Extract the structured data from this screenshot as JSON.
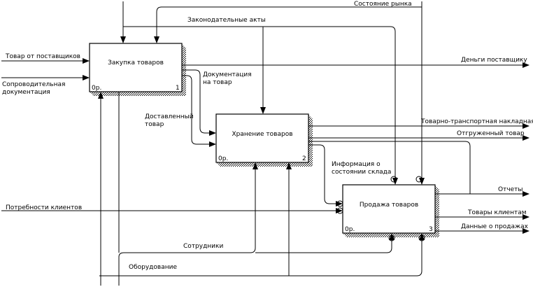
{
  "diagram": {
    "boxes": [
      {
        "id": "A1",
        "title": "Закупка товаров",
        "cost": "0р.",
        "number": "1"
      },
      {
        "id": "A2",
        "title": "Хранение товаров",
        "cost": "0р.",
        "number": "2"
      },
      {
        "id": "A3",
        "title": "Продажа товаров",
        "cost": "0р.",
        "number": "3"
      }
    ],
    "labels": {
      "input_supplier_goods": "Товар от поставщиков",
      "input_docs_line1": "Сопроводительная",
      "input_docs_line2": "документация",
      "input_client_needs": "Потребности клиентов",
      "control_law": "Законодательные акты",
      "control_market": "Состояние рынка",
      "output_money": "Деньги поставщику",
      "doc_on_goods_line1": "Документация",
      "doc_on_goods_line2": "на товар",
      "delivered_line1": "Доставленный",
      "delivered_line2": "товар",
      "output_waybill": "Товарно-транспортная накладная",
      "output_shipped": "Отгруженный товар",
      "warehouse_info_line1": "Информация о",
      "warehouse_info_line2": "состоянии склада",
      "output_reports": "Отчеты",
      "output_client_goods": "Товары клиентам",
      "output_sales_data": "Данные о продажах",
      "mech_staff": "Сотрудники",
      "mech_equipment": "Оборудование"
    }
  }
}
